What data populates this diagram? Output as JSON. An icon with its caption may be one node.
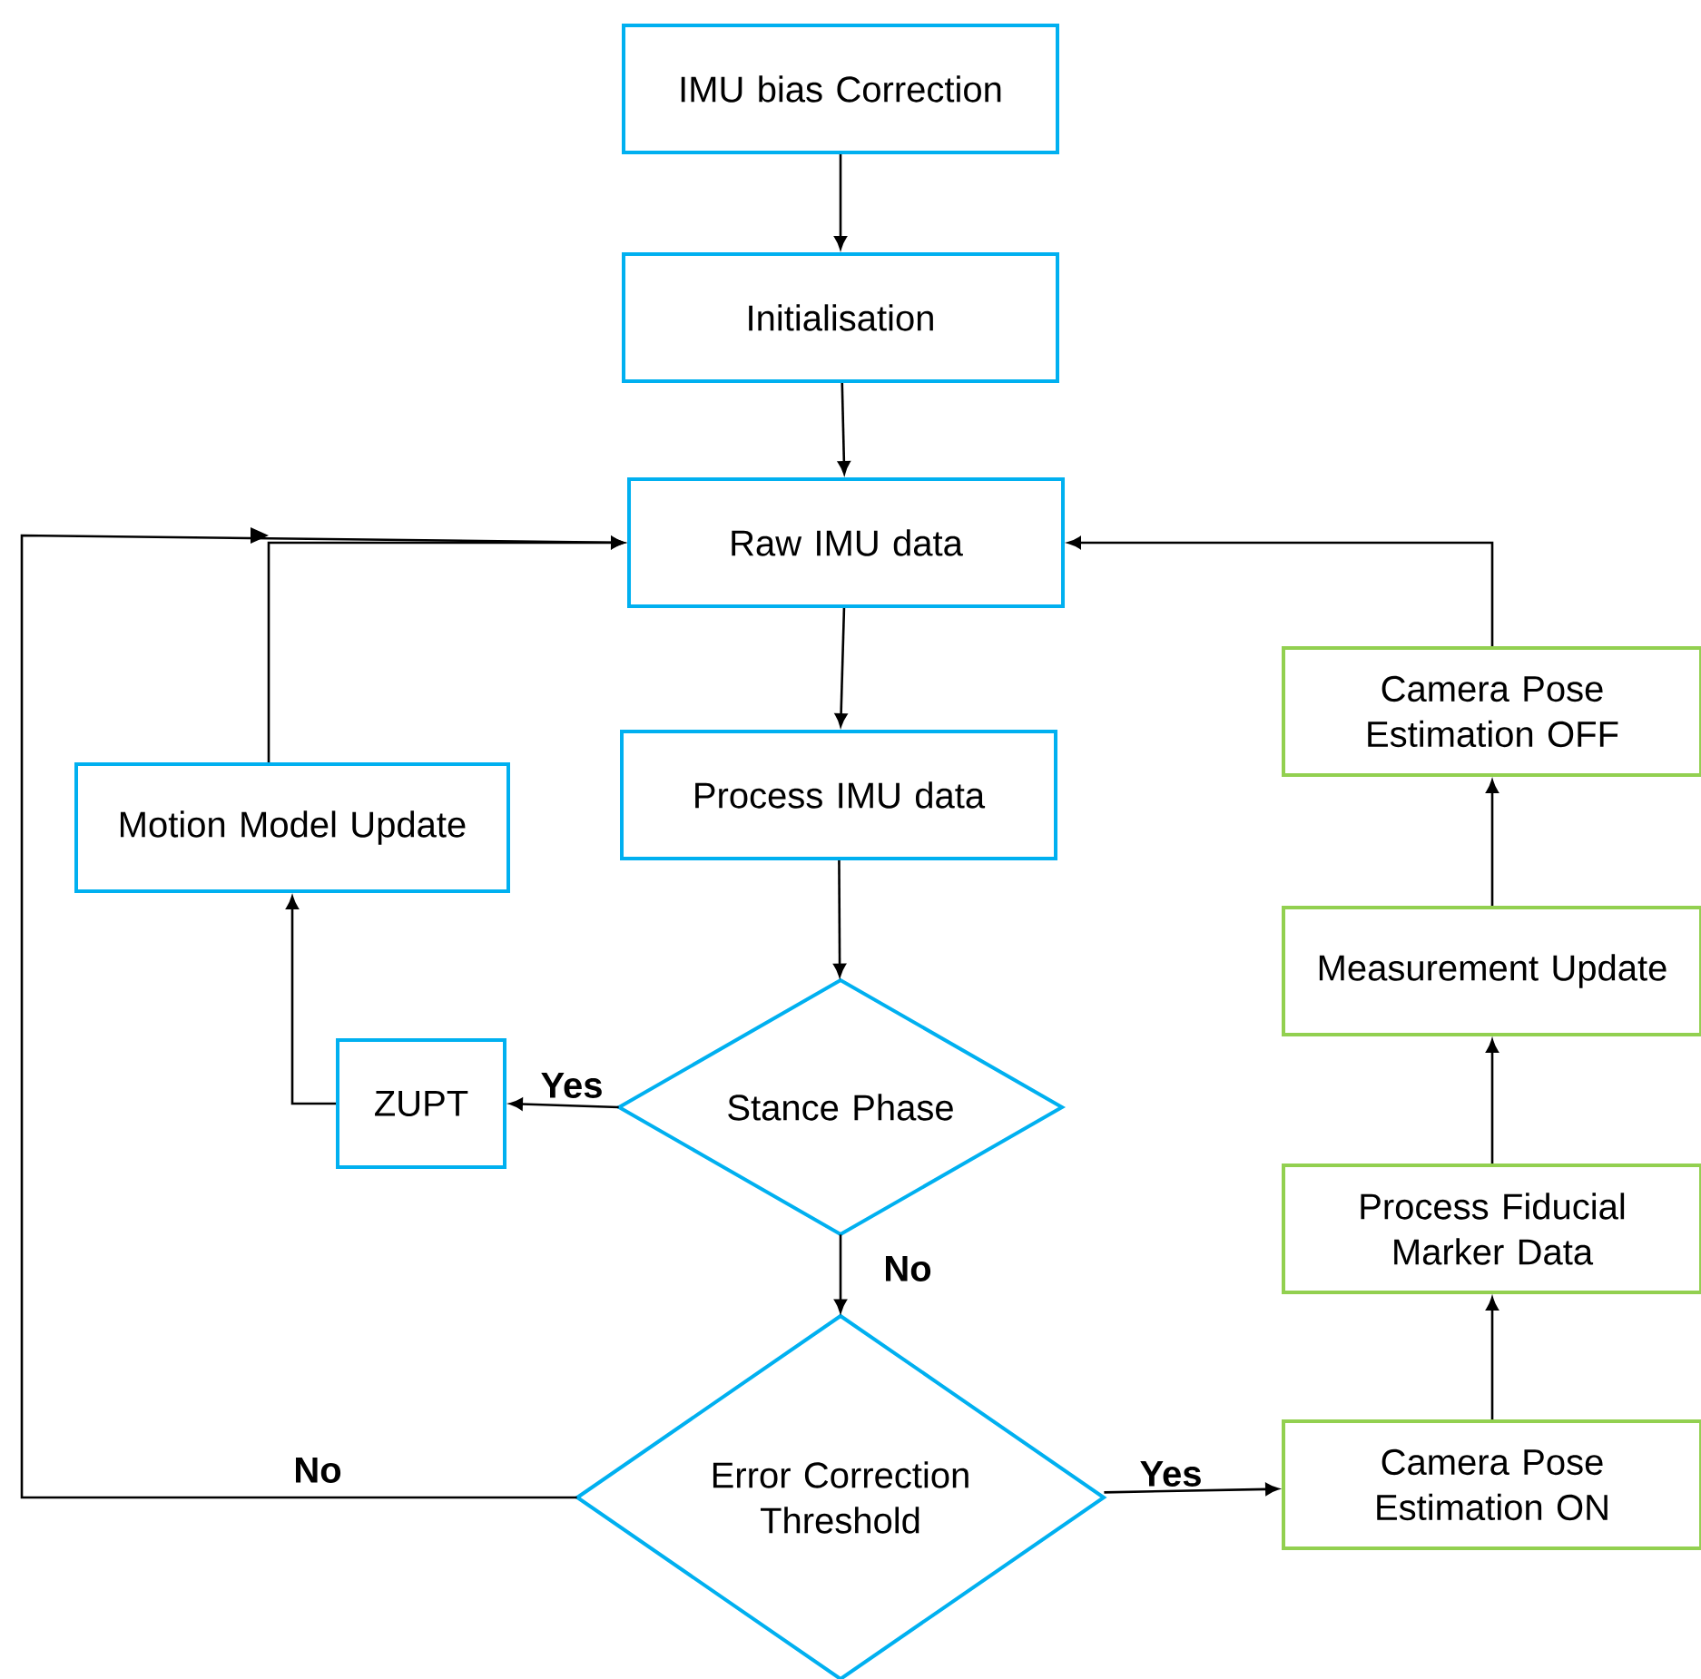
{
  "diagram": {
    "nodes": [
      {
        "text": [
          "IMU bias Correction"
        ]
      },
      {
        "text": [
          "Initialisation"
        ]
      },
      {
        "text": [
          "Raw IMU data"
        ]
      },
      {
        "text": [
          "Process IMU data"
        ]
      },
      {
        "text": [
          "Stance Phase"
        ]
      },
      {
        "text": [
          "ZUPT"
        ]
      },
      {
        "text": [
          "Motion Model Update"
        ]
      },
      {
        "text": [
          "Error Correction Threshold"
        ]
      },
      {
        "text": [
          "Camera Pose Estimation ON"
        ]
      },
      {
        "text": [
          "Process Fiducial Marker Data"
        ]
      },
      {
        "text": [
          "Measurement Update"
        ]
      },
      {
        "text": [
          "Camera Pose Estimation OFF"
        ]
      }
    ],
    "edges": [
      {
        "from": 0,
        "to": 1,
        "arrow": "to"
      },
      {
        "from": 1,
        "to": 2,
        "arrow": "to"
      },
      {
        "from": 2,
        "to": 3,
        "arrow": "to"
      },
      {
        "from": 3,
        "to": 4,
        "arrow": "to"
      },
      {
        "from": 4,
        "to": 5,
        "arrow": "to",
        "label": "Yes"
      },
      {
        "from": 5,
        "to": 6,
        "arrow": "to"
      },
      {
        "from": 6,
        "to": 2,
        "arrow": "to"
      },
      {
        "from": 4,
        "to": 7,
        "arrow": "to",
        "label": "No"
      },
      {
        "from": 7,
        "to": 2,
        "arrow": "to",
        "label": "No"
      },
      {
        "from": 7,
        "to": 8,
        "arrow": "to",
        "label": "Yes"
      },
      {
        "from": 8,
        "to": 9,
        "arrow": "to"
      },
      {
        "from": 9,
        "to": 10,
        "arrow": "to"
      },
      {
        "from": 10,
        "to": 11,
        "arrow": "to"
      },
      {
        "from": 11,
        "to": 2,
        "arrow": "to"
      }
    ]
  }
}
